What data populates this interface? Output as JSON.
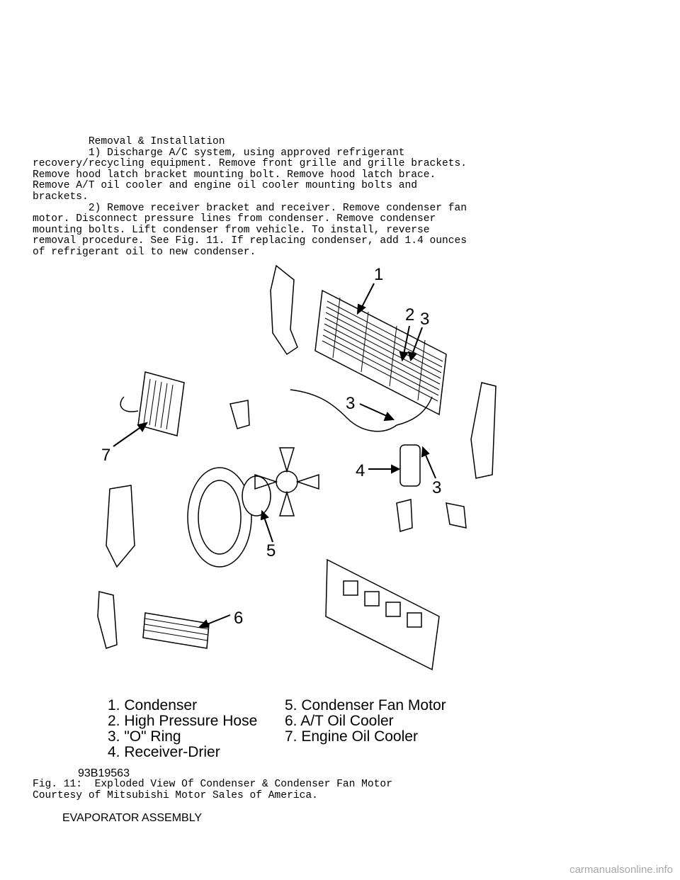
{
  "body_lines": [
    "         Removal & Installation",
    "         1) Discharge A/C system, using approved refrigerant",
    "recovery/recycling equipment. Remove front grille and grille brackets.",
    "Remove hood latch bracket mounting bolt. Remove hood latch brace.",
    "Remove A/T oil cooler and engine oil cooler mounting bolts and",
    "brackets.",
    "         2) Remove receiver bracket and receiver. Remove condenser fan",
    "motor. Disconnect pressure lines from condenser. Remove condenser",
    "mounting bolts. Lift condenser from vehicle. To install, reverse",
    "removal procedure. See Fig. 11. If replacing condenser, add 1.4 ounces",
    "of refrigerant oil to new condenser."
  ],
  "figure": {
    "callouts": [
      "1",
      "2",
      "3",
      "3",
      "3",
      "4",
      "5",
      "6",
      "7"
    ],
    "legend_left": [
      "1. Condenser",
      "2. High Pressure Hose",
      "3. \"O\" Ring",
      "4. Receiver-Drier"
    ],
    "legend_right": [
      "5. Condenser Fan Motor",
      "6. A/T Oil Cooler",
      "7. Engine Oil Cooler"
    ],
    "code": "93B19563"
  },
  "caption_lines": [
    "Fig. 11:  Exploded View Of Condenser & Condenser Fan Motor",
    "Courtesy of Mitsubishi Motor Sales of America."
  ],
  "next_heading": "EVAPORATOR ASSEMBLY",
  "watermark": "carmanualsonline.info"
}
